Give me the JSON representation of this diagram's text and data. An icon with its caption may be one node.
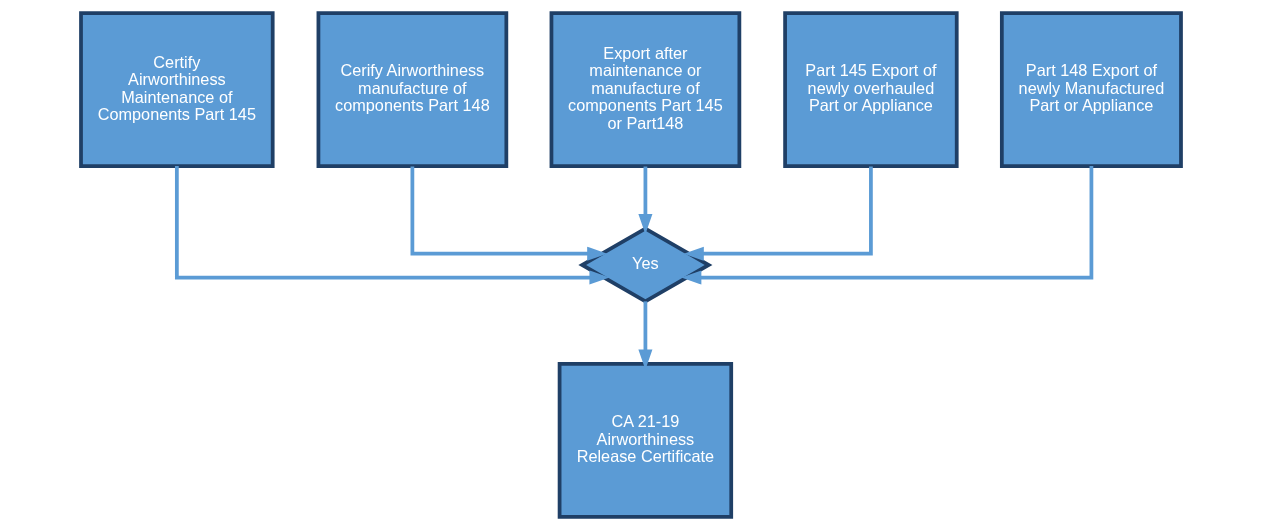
{
  "diagram": {
    "nodes": [
      {
        "text": [
          "Certify Airworthiness Maintenance of Components Part 145"
        ]
      },
      {
        "text": [
          "Cerify Airworthiness manufacture of components Part 148"
        ]
      },
      {
        "text": [
          "Export after maintenance or manufacture of components Part 145 or Part148"
        ]
      },
      {
        "text": [
          "Part 145 Export of newly overhauled Part or Appliance"
        ]
      },
      {
        "text": [
          "Part 148 Export of newly Manufactured Part or Appliance"
        ]
      },
      {
        "text": [
          "Yes"
        ]
      },
      {
        "text": [
          "CA 21-19 Airworthiness Release Certificate"
        ]
      }
    ],
    "edges": [
      {
        "from": 0,
        "to": 5,
        "arrow": "to"
      },
      {
        "from": 1,
        "to": 5,
        "arrow": "to"
      },
      {
        "from": 2,
        "to": 5,
        "arrow": "to"
      },
      {
        "from": 3,
        "to": 5,
        "arrow": "to"
      },
      {
        "from": 4,
        "to": 5,
        "arrow": "to"
      },
      {
        "from": 5,
        "to": 6,
        "arrow": "to"
      }
    ]
  }
}
